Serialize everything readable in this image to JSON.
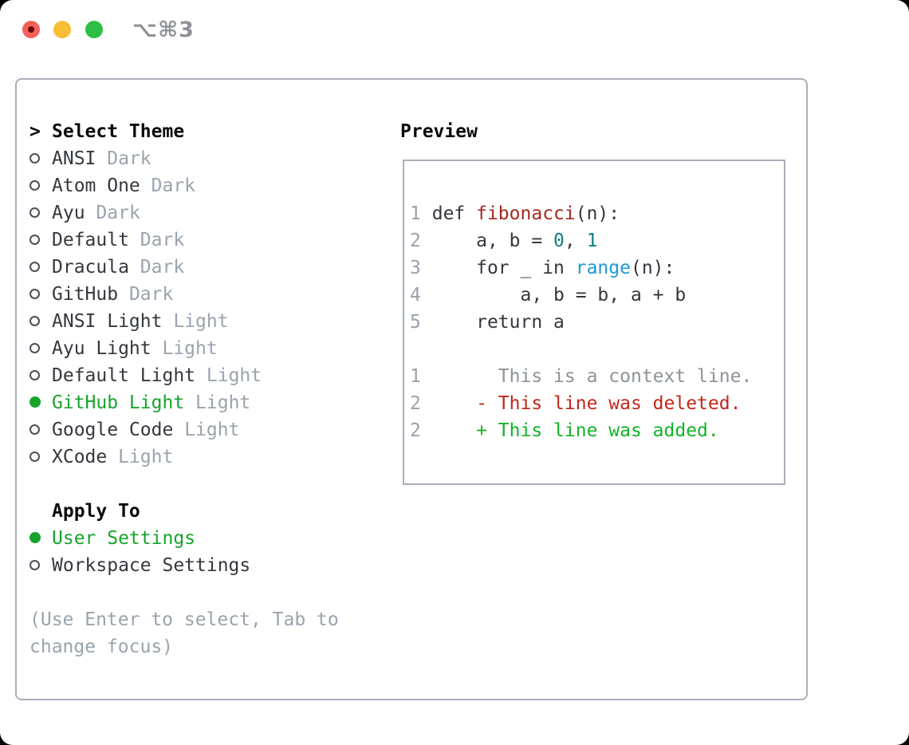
{
  "titlebar": {
    "shortcut_label": "⌥⌘3",
    "traffic_lights": {
      "close_color": "#f4605a",
      "close_dot_color": "#6b0a08",
      "minimize_color": "#f8bc35",
      "zoom_color": "#2fbe45"
    }
  },
  "theme_list": {
    "caret": ">",
    "title": "Select Theme",
    "items": [
      {
        "name": "ANSI",
        "variant": "Dark",
        "selected": false
      },
      {
        "name": "Atom One",
        "variant": "Dark",
        "selected": false
      },
      {
        "name": "Ayu",
        "variant": "Dark",
        "selected": false
      },
      {
        "name": "Default",
        "variant": "Dark",
        "selected": false
      },
      {
        "name": "Dracula",
        "variant": "Dark",
        "selected": false
      },
      {
        "name": "GitHub",
        "variant": "Dark",
        "selected": false
      },
      {
        "name": "ANSI Light",
        "variant": "Light",
        "selected": false
      },
      {
        "name": "Ayu Light",
        "variant": "Light",
        "selected": false
      },
      {
        "name": "Default Light",
        "variant": "Light",
        "selected": false
      },
      {
        "name": "GitHub Light",
        "variant": "Light",
        "selected": true
      },
      {
        "name": "Google Code",
        "variant": "Light",
        "selected": false
      },
      {
        "name": "XCode",
        "variant": "Light",
        "selected": false
      }
    ]
  },
  "apply_to": {
    "title": "Apply To",
    "options": [
      {
        "label": "User Settings",
        "selected": true
      },
      {
        "label": "Workspace Settings",
        "selected": false
      }
    ]
  },
  "hint_lines": [
    "(Use Enter to select, Tab to",
    "change focus)"
  ],
  "preview": {
    "title": "Preview",
    "lines": [
      {
        "num": "1",
        "segments": [
          {
            "text": "def ",
            "style": "code"
          },
          {
            "text": "fibonacci",
            "style": "function"
          },
          {
            "text": "(n):",
            "style": "code"
          }
        ]
      },
      {
        "num": "2",
        "segments": [
          {
            "text": "    a, b = ",
            "style": "code"
          },
          {
            "text": "0",
            "style": "number"
          },
          {
            "text": ", ",
            "style": "code"
          },
          {
            "text": "1",
            "style": "number"
          }
        ]
      },
      {
        "num": "3",
        "segments": [
          {
            "text": "    for _ in ",
            "style": "code"
          },
          {
            "text": "range",
            "style": "builtin"
          },
          {
            "text": "(n):",
            "style": "code"
          }
        ]
      },
      {
        "num": "4",
        "segments": [
          {
            "text": "        a, b = b, a + b",
            "style": "code"
          }
        ]
      },
      {
        "num": "5",
        "segments": [
          {
            "text": "    return a",
            "style": "code"
          }
        ]
      },
      {
        "num": "",
        "segments": []
      },
      {
        "num": "1",
        "segments": [
          {
            "text": "      This is a context line.",
            "style": "context"
          }
        ]
      },
      {
        "num": "2",
        "segments": [
          {
            "text": "    - This line was deleted.",
            "style": "deleted"
          }
        ]
      },
      {
        "num": "2",
        "segments": [
          {
            "text": "    + This line was added.",
            "style": "added"
          }
        ]
      }
    ]
  },
  "colors": {
    "selected_green": "#17a42c",
    "added_green": "#12b427",
    "deleted_red": "#c2271a",
    "function_red": "#a42822",
    "number_teal": "#0f7f85",
    "builtin_blue": "#1d9ad6",
    "muted_gray": "#9aa3ae",
    "line_number_gray": "#98a2ac",
    "context_gray": "#8d9399",
    "text_dark": "#34383e",
    "border_gray": "#a9afb9"
  }
}
